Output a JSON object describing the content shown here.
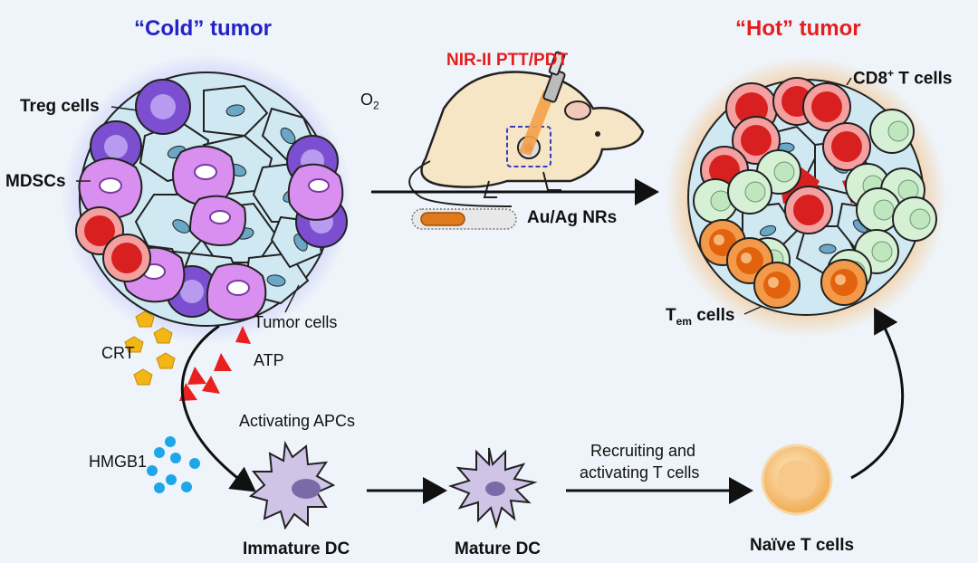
{
  "titles": {
    "cold": "“Cold” tumor",
    "hot": "“Hot” tumor"
  },
  "treatment": {
    "label": "NIR-II PTT/PDT",
    "oxygen": "O",
    "oxygen_sub": "2",
    "nanorods": "Au/Ag  NRs"
  },
  "cold_labels": {
    "treg": "Treg cells",
    "mdsc": "MDSCs",
    "tumor_cells": "Tumor cells"
  },
  "hot_labels": {
    "cd8_pre": "CD8",
    "cd8_sup": "+",
    "cd8_post": " T cells",
    "tem_pre": "T",
    "tem_sub": "em",
    "tem_post": " cells"
  },
  "signals": {
    "crt": "CRT",
    "atp": "ATP",
    "hmgb1": "HMGB1",
    "activating": "Activating APCs"
  },
  "pathway": {
    "immature": "Immature DC",
    "mature": "Mature DC",
    "naive": "Naïve T cells",
    "recruit_line1": "Recruiting and",
    "recruit_line2": "activating T cells"
  },
  "colors": {
    "cold_title": "#2222c8",
    "hot_title": "#e41d1d",
    "background": "#eef4f9"
  }
}
